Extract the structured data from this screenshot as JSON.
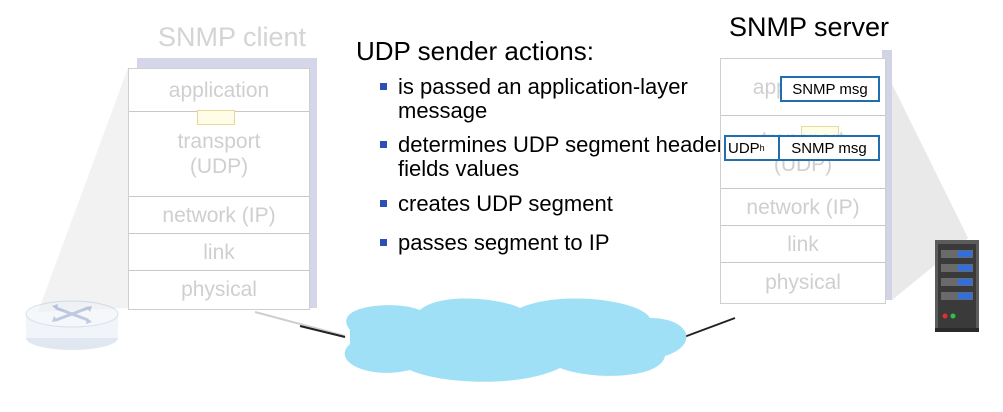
{
  "client": {
    "title": "SNMP client",
    "layers": [
      "application",
      "transport\n(UDP)",
      "network (IP)",
      "link",
      "physical"
    ]
  },
  "server": {
    "title": "SNMP server",
    "layers": [
      "application",
      "transport\n(UDP)",
      "network (IP)",
      "link",
      "physical"
    ],
    "app_message": "SNMP msg",
    "segment_header": "UDP",
    "segment_header_sub": "h",
    "segment_message": "SNMP msg"
  },
  "actions": {
    "heading": "UDP sender actions:",
    "items": [
      "is passed an application-layer message",
      "determines UDP segment header fields values",
      "creates UDP segment",
      "passes segment to IP"
    ]
  },
  "colors": {
    "bullet": "#2b4fb5",
    "message_border": "#1f6fb0",
    "network_cloud": "#9fe0f6",
    "faded_text": "#cfcfcf"
  }
}
